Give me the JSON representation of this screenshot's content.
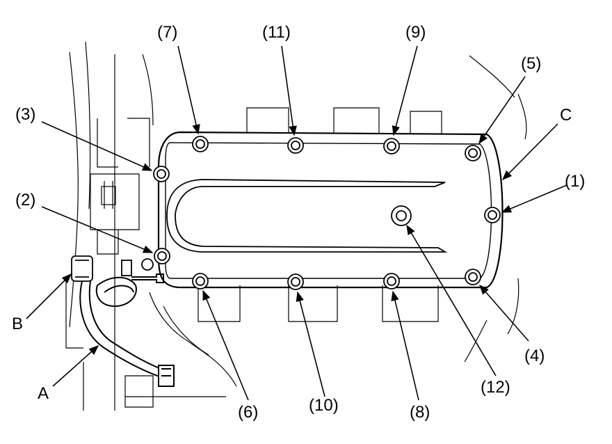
{
  "callouts": {
    "c1": "(1)",
    "c2": "(2)",
    "c3": "(3)",
    "c4": "(4)",
    "c5": "(5)",
    "c6": "(6)",
    "c7": "(7)",
    "c8": "(8)",
    "c9": "(9)",
    "c10": "(10)",
    "c11": "(11)",
    "c12": "(12)",
    "A": "A",
    "B": "B",
    "C": "C"
  }
}
